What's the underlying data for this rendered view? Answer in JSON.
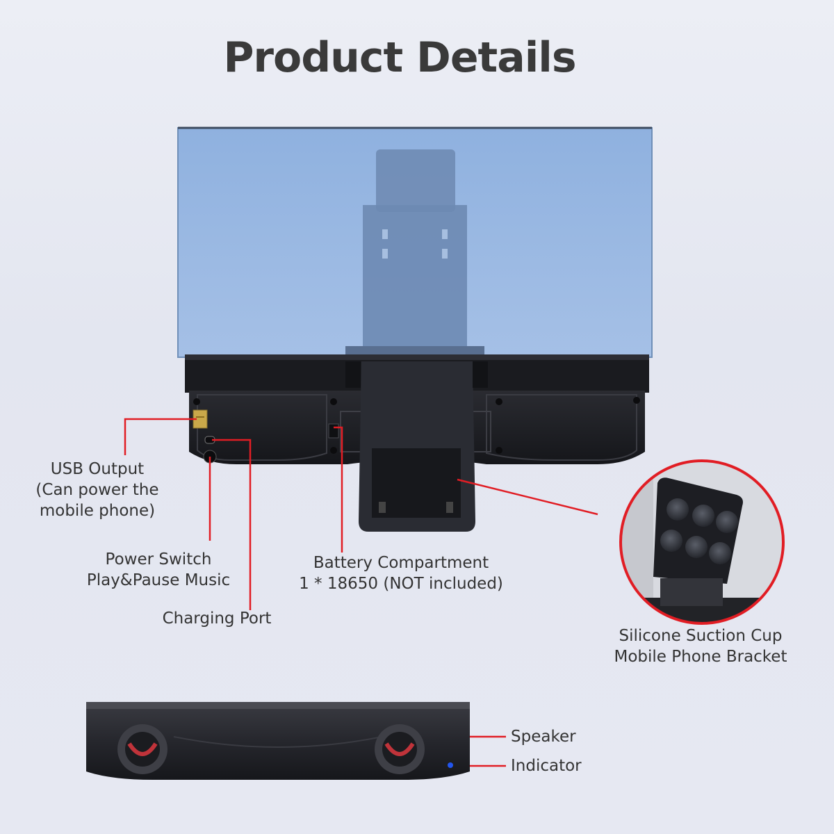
{
  "title": "Product Details",
  "callouts": {
    "usb_output": [
      "USB Output",
      "(Can power the",
      "mobile phone)"
    ],
    "power_switch": [
      "Power Switch",
      "Play&Pause Music"
    ],
    "charging_port": "Charging Port",
    "battery": [
      "Battery Compartment",
      "1 * 18650 (NOT included)"
    ],
    "bracket": [
      "Silicone Suction Cup",
      "Mobile Phone Bracket"
    ],
    "speaker": "Speaker",
    "indicator": "Indicator"
  },
  "colors": {
    "screen_blue": "#9ab8e0",
    "callout_red": "#e11d24",
    "body_black": "#1e1f24",
    "indicator_blue": "#2255ee"
  },
  "icons": [
    "usb-port-icon",
    "charging-port-icon",
    "power-button-icon",
    "speaker-icon",
    "indicator-led-icon"
  ]
}
